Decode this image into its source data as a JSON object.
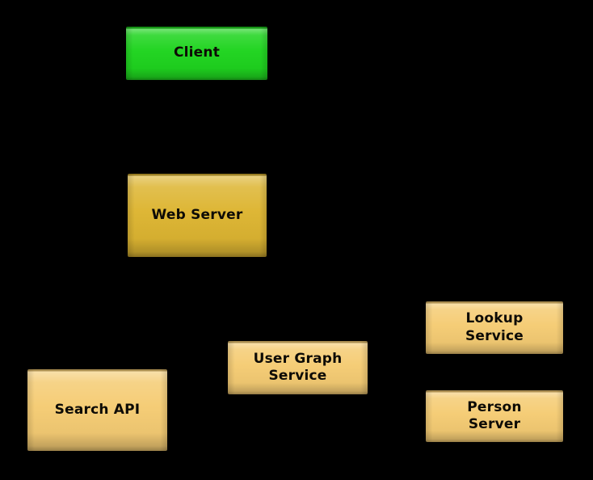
{
  "canvas": {
    "background_color": "#000000",
    "node_text_color": "#0d0b06"
  },
  "diagram": {
    "type": "architecture-diagram",
    "nodes": [
      {
        "id": "client",
        "label": "Client",
        "fill": "#1FD41F",
        "role": "client-node"
      },
      {
        "id": "web-server",
        "label": "Web Server",
        "fill": "#DDB532",
        "role": "server-node"
      },
      {
        "id": "search-api",
        "label": "Search API",
        "fill": "#F5CC74",
        "role": "service-node"
      },
      {
        "id": "user-graph-service",
        "label": "User Graph\nService",
        "fill": "#F5CC74",
        "role": "service-node"
      },
      {
        "id": "lookup-service",
        "label": "Lookup\nService",
        "fill": "#F5CC74",
        "role": "service-node"
      },
      {
        "id": "person-server",
        "label": "Person\nServer",
        "fill": "#F5CC74",
        "role": "service-node"
      }
    ]
  }
}
